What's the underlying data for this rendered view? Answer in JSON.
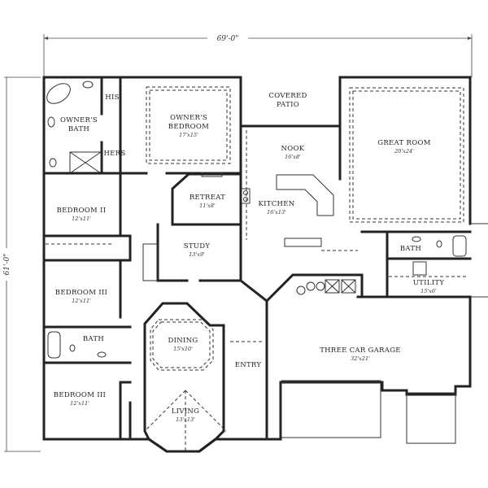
{
  "plan": {
    "overall_width": "69'-0\"",
    "overall_depth": "61'-0\""
  },
  "rooms": {
    "owners_bath": {
      "name_line1": "OWNER'S",
      "name_line2": "BATH"
    },
    "his_closet": {
      "name": "HIS"
    },
    "hers_closet": {
      "name": "HERS"
    },
    "owners_bedroom": {
      "name_line1": "OWNER'S",
      "name_line2": "BEDROOM",
      "size": "17'x15'"
    },
    "covered_patio": {
      "name_line1": "COVERED",
      "name_line2": "PATIO"
    },
    "great_room": {
      "name": "GREAT ROOM",
      "size": "20'x24'"
    },
    "nook": {
      "name": "NOOK",
      "size": "16'x8'"
    },
    "kitchen": {
      "name": "KITCHEN",
      "size": "16'x13'"
    },
    "retreat": {
      "name": "RETREAT",
      "size": "11'x8'"
    },
    "study": {
      "name": "STUDY",
      "size": "13'x9'"
    },
    "bedroom_2": {
      "name": "BEDROOM II",
      "size": "12'x11'"
    },
    "bedroom_3a": {
      "name": "BEDROOM III",
      "size": "12'x11'"
    },
    "bath_hall": {
      "name": "BATH"
    },
    "bedroom_3b": {
      "name": "BEDROOM III",
      "size": "12'x11'"
    },
    "dining": {
      "name": "DINING",
      "size": "15'x10'"
    },
    "living": {
      "name": "LIVING",
      "size": "13'x13'"
    },
    "entry": {
      "name": "ENTRY"
    },
    "bath_utility": {
      "name": "BATH"
    },
    "utility": {
      "name": "UTILITY",
      "size": "15'x6'"
    },
    "garage": {
      "name": "THREE CAR GARAGE",
      "size": "32'x21'"
    }
  }
}
